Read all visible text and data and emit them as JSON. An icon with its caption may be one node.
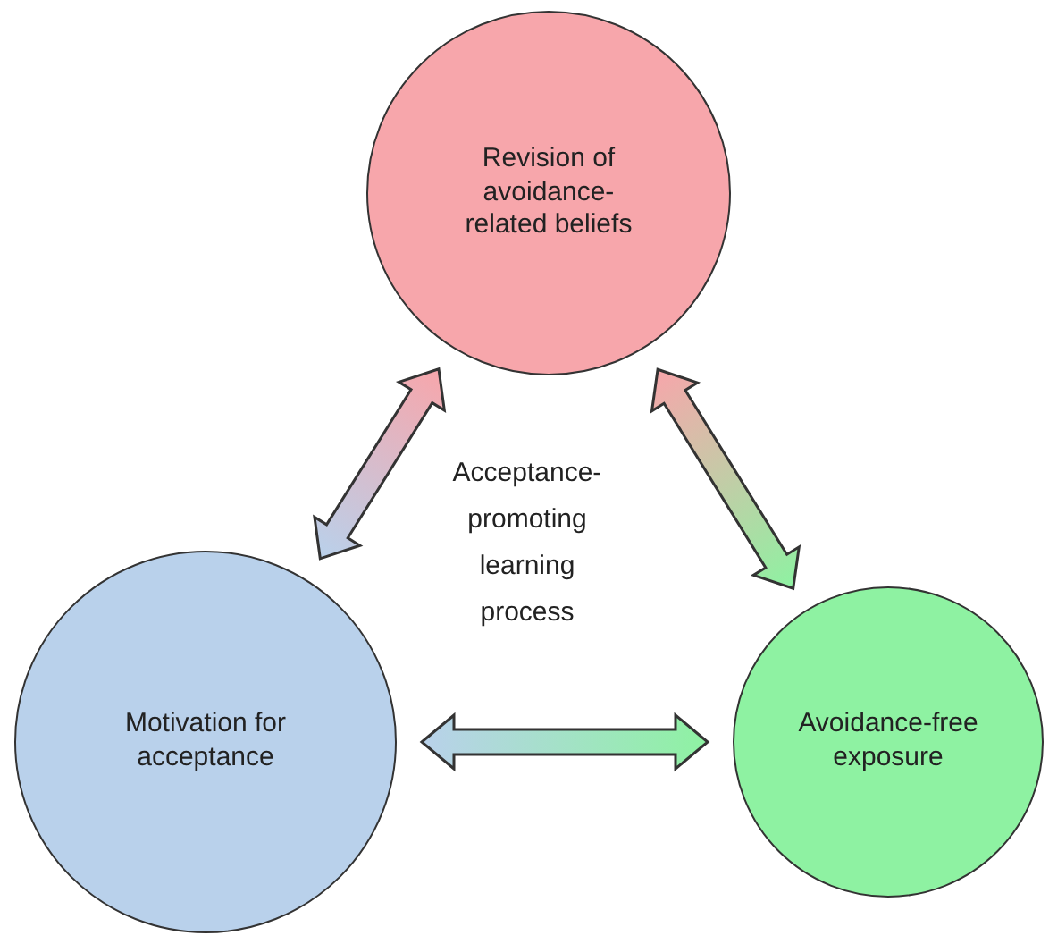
{
  "diagram": {
    "nodes": [
      {
        "text": [
          "Revision of avoidance-related beliefs"
        ]
      },
      {
        "text": [
          "Motivation for acceptance"
        ]
      },
      {
        "text": [
          "Avoidance-free exposure"
        ]
      }
    ],
    "edges": [
      {
        "from": 1,
        "to": 0,
        "arrow": "both"
      },
      {
        "from": 0,
        "to": 2,
        "arrow": "both"
      },
      {
        "from": 1,
        "to": 2,
        "arrow": "both"
      }
    ],
    "labels": [
      "Acceptance-promoting learning process"
    ]
  }
}
